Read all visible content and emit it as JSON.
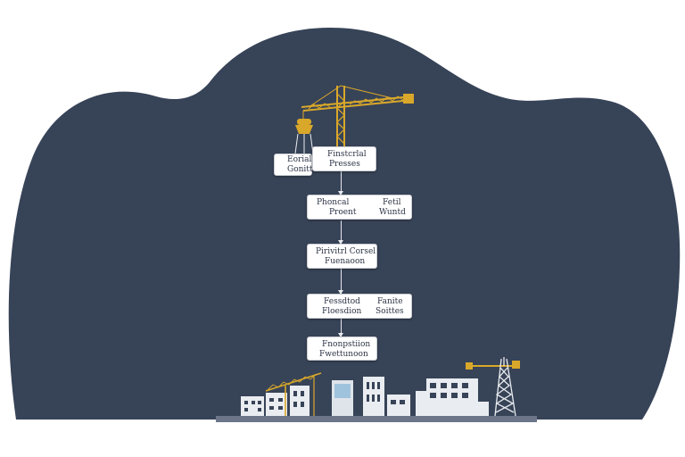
{
  "colors": {
    "background": "#ffffff",
    "cloud": "#374357",
    "crane": "#d9a82a",
    "buildings": "#e9ecf0",
    "ground": "#6c7688",
    "node_fill": "#ffffff",
    "node_text": "#2d3446",
    "arrow": "#e8eaee"
  },
  "nodes": {
    "n1a": {
      "line1": "Eorial",
      "line2": "Gonitti"
    },
    "n1b": {
      "line1": "Finstcrlal",
      "line2": "Presses"
    },
    "n2": {
      "left1": "Phoncal",
      "left2": "Proent",
      "right1": "Fetil",
      "right2": "Wuntd"
    },
    "n3": {
      "line1": "Pirivitrl Corsel",
      "line2": "Fuenaoon"
    },
    "n4": {
      "left1": "Fessdtod",
      "left2": "Floesdion",
      "right1": "Fanite",
      "right2": "Soittes"
    },
    "n5": {
      "line1": "Fnonpstiion",
      "line2": "Fwettunoon"
    }
  },
  "icons": [
    "tower-crane-icon",
    "hanging-bucket-icon",
    "city-skyline-icon"
  ]
}
